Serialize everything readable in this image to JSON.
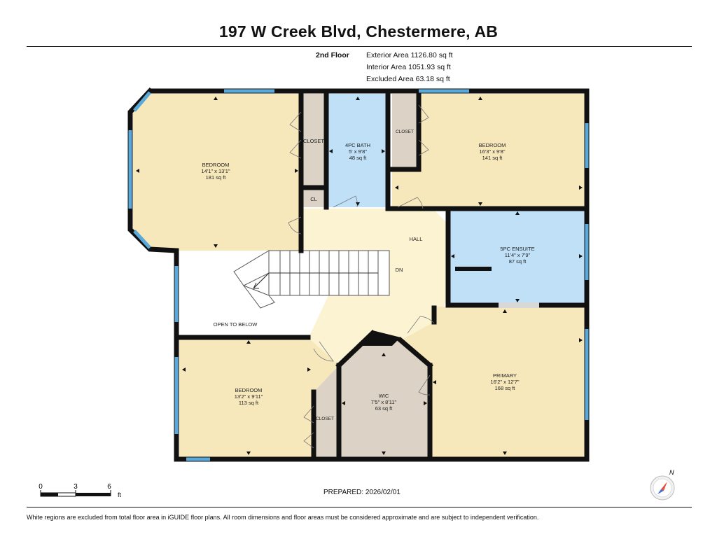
{
  "header": {
    "title": "197 W Creek Blvd, Chestermere, AB",
    "floor_label": "2nd Floor",
    "exterior_area": "Exterior Area 1126.80 sq ft",
    "interior_area": "Interior Area 1051.93 sq ft",
    "excluded_area": "Excluded Area 63.18 sq ft"
  },
  "rooms": {
    "bedroom_nw": {
      "name": "BEDROOM",
      "dims": "14'1\" x 13'1\"",
      "area": "181 sq ft"
    },
    "closet_nw": {
      "name": "CLOSET"
    },
    "bath_4pc": {
      "name": "4PC BATH",
      "dims": "5' x 9'8\"",
      "area": "48 sq ft"
    },
    "closet_ne": {
      "name": "CLOSET"
    },
    "bedroom_ne": {
      "name": "BEDROOM",
      "dims": "16'3\" x 9'8\"",
      "area": "141 sq ft"
    },
    "cl": {
      "name": "CL"
    },
    "hall": {
      "name": "HALL"
    },
    "stairs": {
      "name": "DN"
    },
    "ensuite_5pc": {
      "name": "5PC ENSUITE",
      "dims": "11'4\" x 7'9\"",
      "area": "87 sq ft"
    },
    "open_below": {
      "name": "OPEN TO BELOW"
    },
    "bedroom_sw": {
      "name": "BEDROOM",
      "dims": "13'2\" x 9'11\"",
      "area": "113 sq ft"
    },
    "closet_sw": {
      "name": "CLOSET"
    },
    "wic": {
      "name": "WIC",
      "dims": "7'5\" x 8'11\"",
      "area": "63 sq ft"
    },
    "primary": {
      "name": "PRIMARY",
      "dims": "16'2\" x 12'7\"",
      "area": "168 sq ft"
    }
  },
  "scale": {
    "labels": [
      "0",
      "3",
      "6"
    ],
    "unit": "ft"
  },
  "compass": {
    "label": "N"
  },
  "prepared": "PREPARED: 2026/02/01",
  "footer": "White regions are excluded from total floor area in iGUIDE floor plans. All room dimensions and floor areas must be considered approximate and are subject to independent verification.",
  "colors": {
    "room": "#f7e8bb",
    "bath": "#bfe0f7",
    "closet": "#dcd3c6",
    "hall": "#fbf3d2",
    "wall": "#111111",
    "window": "#5aa9d8"
  }
}
